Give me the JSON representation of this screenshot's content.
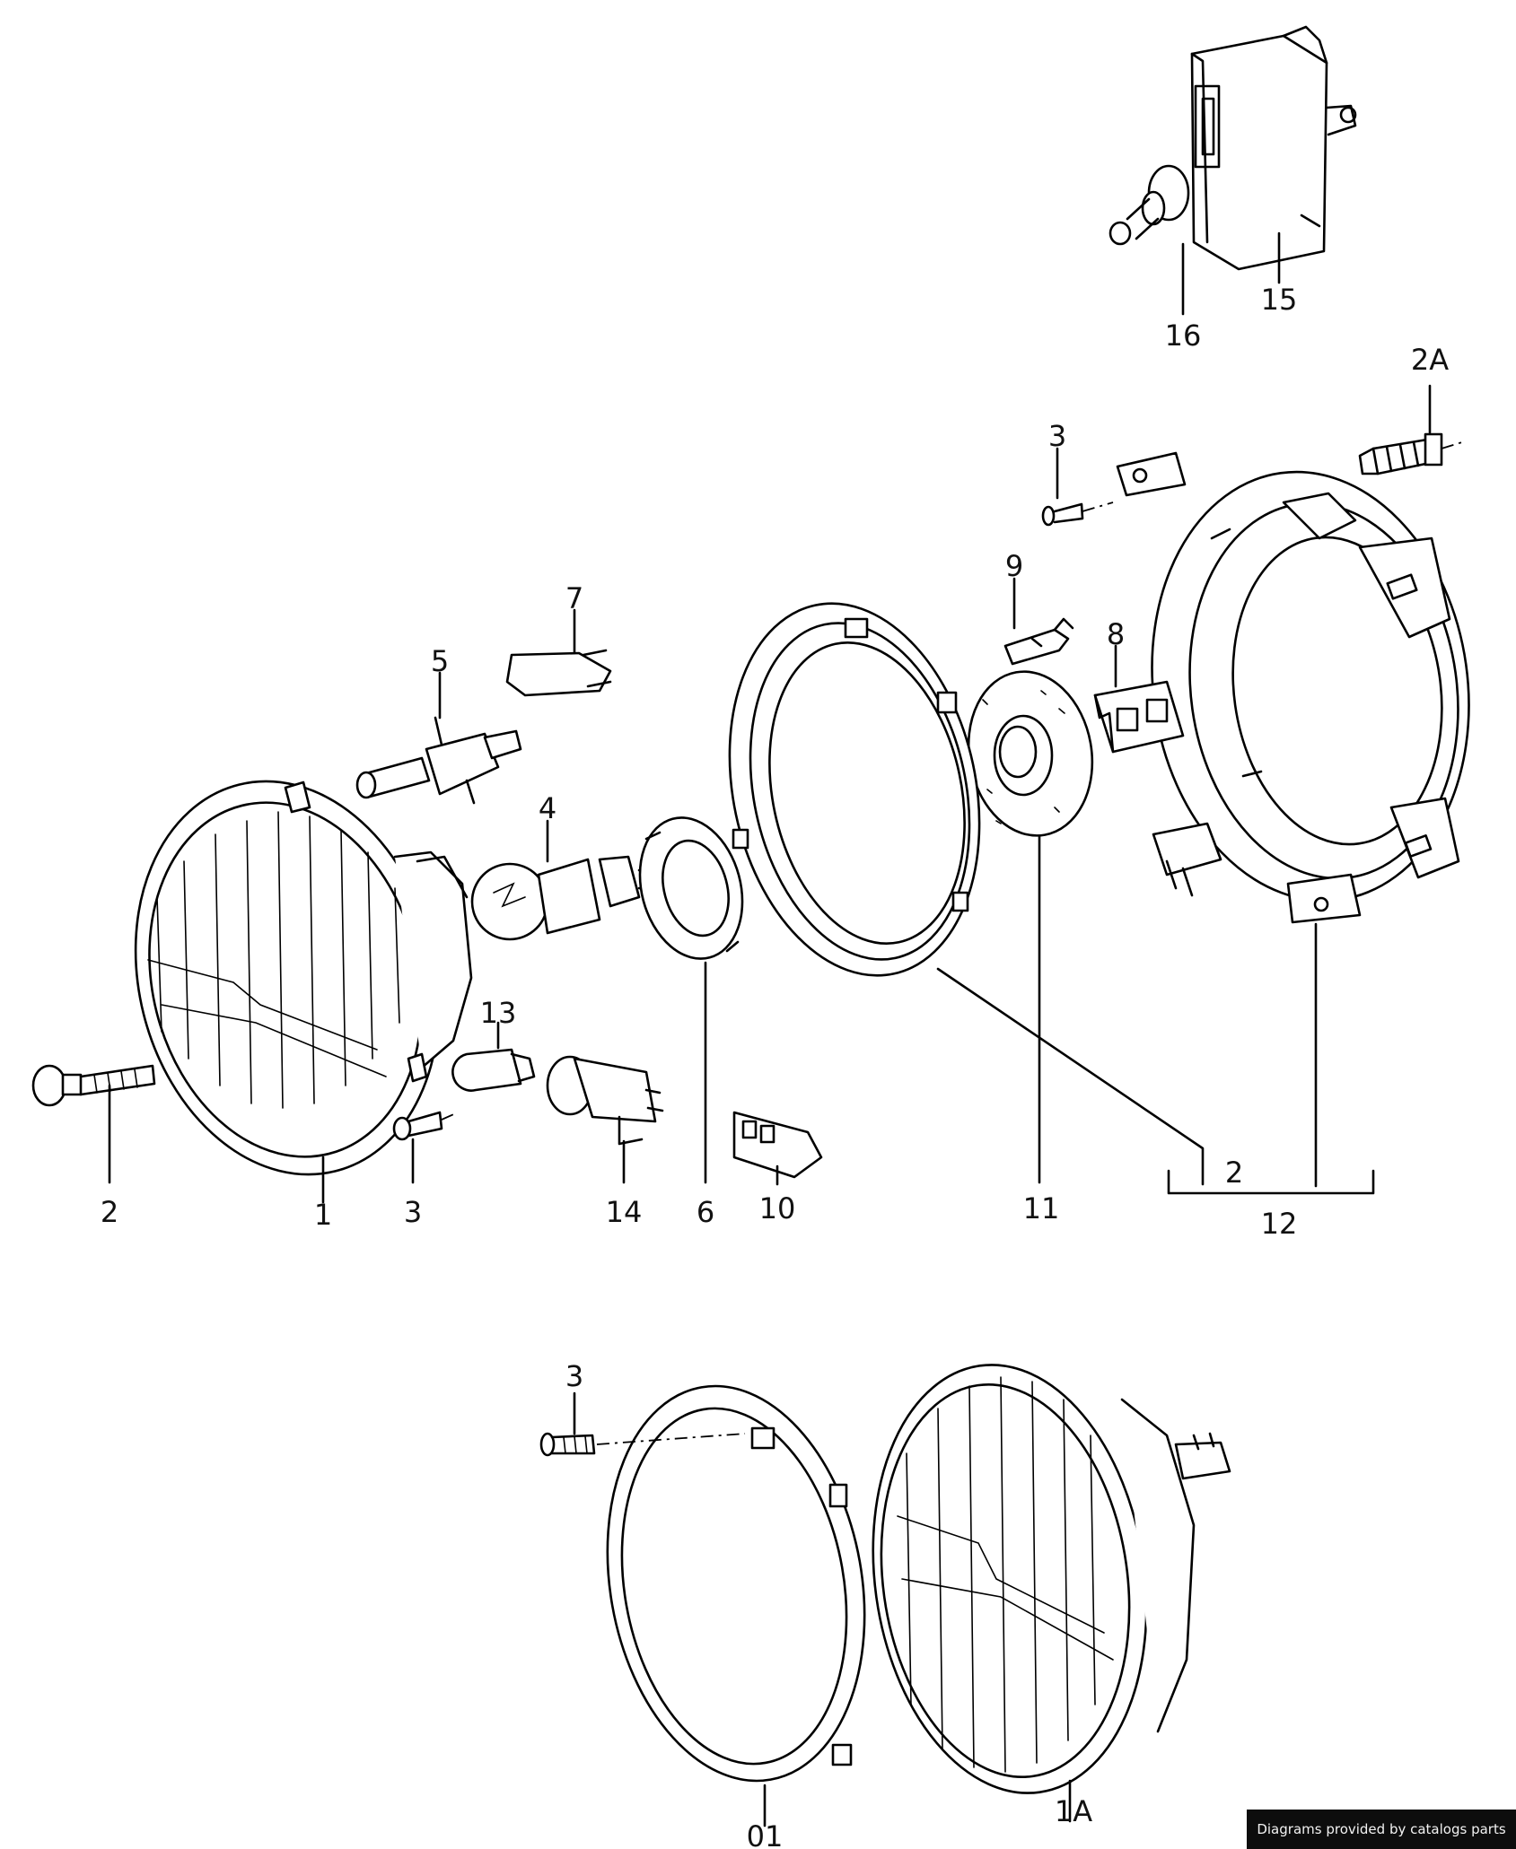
{
  "callouts": [
    {
      "id": "c16",
      "text": "16"
    },
    {
      "id": "c15",
      "text": "15"
    },
    {
      "id": "c2A",
      "text": "2A"
    },
    {
      "id": "c3a",
      "text": "3"
    },
    {
      "id": "c9",
      "text": "9"
    },
    {
      "id": "c7",
      "text": "7"
    },
    {
      "id": "c8",
      "text": "8"
    },
    {
      "id": "c5",
      "text": "5"
    },
    {
      "id": "c4",
      "text": "4"
    },
    {
      "id": "c13",
      "text": "13"
    },
    {
      "id": "c2b",
      "text": "2"
    },
    {
      "id": "c1",
      "text": "1"
    },
    {
      "id": "c3b",
      "text": "3"
    },
    {
      "id": "c14",
      "text": "14"
    },
    {
      "id": "c6",
      "text": "6"
    },
    {
      "id": "c10",
      "text": "10"
    },
    {
      "id": "c11",
      "text": "11"
    },
    {
      "id": "c2c",
      "text": "2"
    },
    {
      "id": "c12",
      "text": "12"
    },
    {
      "id": "c3c",
      "text": "3"
    },
    {
      "id": "c01",
      "text": "01"
    },
    {
      "id": "c1A",
      "text": "1A"
    }
  ],
  "credit": "Diagrams provided by catalogs parts"
}
